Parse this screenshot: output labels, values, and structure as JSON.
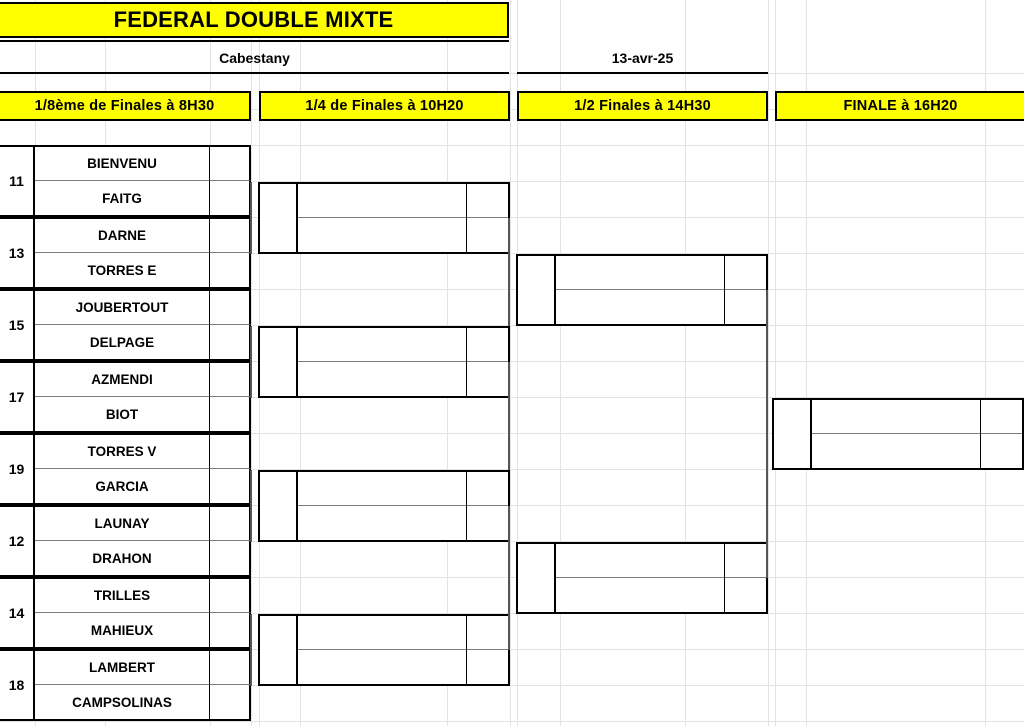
{
  "header": {
    "title": "FEDERAL DOUBLE MIXTE",
    "venue": "Cabestany",
    "date": "13-avr-25"
  },
  "rounds": [
    {
      "id": "r16",
      "label": "1/8ème de Finales à 8H30"
    },
    {
      "id": "qf",
      "label": "1/4 de Finales à 10H20"
    },
    {
      "id": "sf",
      "label": "1/2 Finales à 14H30"
    },
    {
      "id": "final",
      "label": "FINALE à 16H20"
    }
  ],
  "round_of_16": [
    {
      "seed": "11",
      "players": [
        "BIENVENU",
        "FAITG"
      ],
      "scores": [
        "",
        ""
      ]
    },
    {
      "seed": "13",
      "players": [
        "DARNE",
        "TORRES E"
      ],
      "scores": [
        "",
        ""
      ]
    },
    {
      "seed": "15",
      "players": [
        "JOUBERTOUT",
        "DELPAGE"
      ],
      "scores": [
        "",
        ""
      ]
    },
    {
      "seed": "17",
      "players": [
        "AZMENDI",
        "BIOT"
      ],
      "scores": [
        "",
        ""
      ]
    },
    {
      "seed": "19",
      "players": [
        "TORRES V",
        "GARCIA"
      ],
      "scores": [
        "",
        ""
      ]
    },
    {
      "seed": "12",
      "players": [
        "LAUNAY",
        "DRAHON"
      ],
      "scores": [
        "",
        ""
      ]
    },
    {
      "seed": "14",
      "players": [
        "TRILLES",
        "MAHIEUX"
      ],
      "scores": [
        "",
        ""
      ]
    },
    {
      "seed": "18",
      "players": [
        "LAMBERT",
        "CAMPSOLINAS"
      ],
      "scores": [
        "",
        ""
      ]
    }
  ],
  "quarter_finals": [
    {
      "players": [
        "",
        ""
      ],
      "scores": [
        "",
        ""
      ]
    },
    {
      "players": [
        "",
        ""
      ],
      "scores": [
        "",
        ""
      ]
    },
    {
      "players": [
        "",
        ""
      ],
      "scores": [
        "",
        ""
      ]
    },
    {
      "players": [
        "",
        ""
      ],
      "scores": [
        "",
        ""
      ]
    }
  ],
  "semi_finals": [
    {
      "players": [
        "",
        ""
      ],
      "scores": [
        "",
        ""
      ]
    },
    {
      "players": [
        "",
        ""
      ],
      "scores": [
        "",
        ""
      ]
    }
  ],
  "final": [
    {
      "players": [
        "",
        ""
      ],
      "scores": [
        "",
        ""
      ]
    }
  ],
  "colors": {
    "banner_fill": "#ffff00",
    "banner_border": "#000000",
    "grid_line": "#e3e3e3",
    "text": "#000000"
  }
}
